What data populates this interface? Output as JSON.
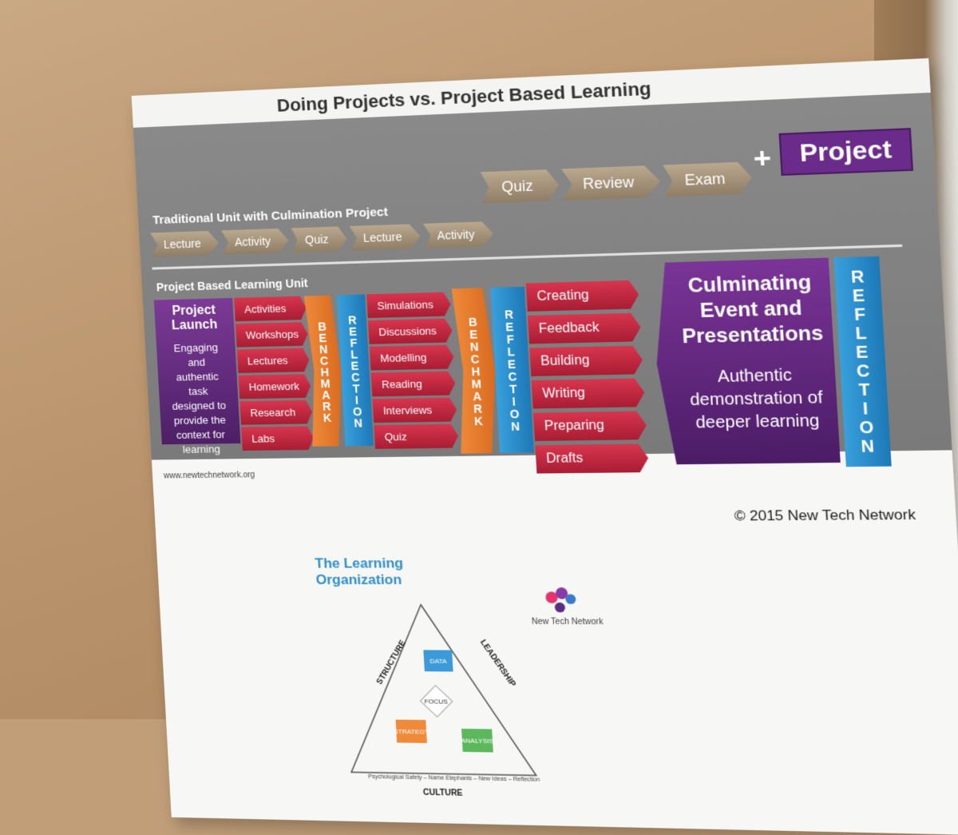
{
  "poster": {
    "title": "Doing Projects vs. Project Based Learning",
    "traditional": {
      "label": "Traditional Unit with Culmination Project",
      "steps": [
        "Lecture",
        "Activity",
        "Quiz",
        "Lecture",
        "Activity",
        "Quiz",
        "Review",
        "Exam"
      ],
      "plus": "+",
      "project": "Project"
    },
    "pbl": {
      "label": "Project Based Learning Unit",
      "launch_title": "Project Launch",
      "launch_text": "Engaging and authentic task designed to provide the context for learning",
      "col1": [
        "Activities",
        "Workshops",
        "Lectures",
        "Homework",
        "Research",
        "Labs"
      ],
      "benchmark": "BENCHMARK",
      "reflection": "REFLECTION",
      "col2": [
        "Simulations",
        "Discussions",
        "Modelling",
        "Reading",
        "Interviews",
        "Quiz"
      ],
      "col3": [
        "Creating",
        "Feedback",
        "Building",
        "Writing",
        "Preparing",
        "Drafts"
      ],
      "culm_title": "Culminating Event and Presentations",
      "culm_text": "Authentic demonstration of deeper learning"
    },
    "url": "www.newtechnetwork.org",
    "copyright": "© 2015 New Tech Network",
    "learning_org": {
      "title": "The Learning Organization",
      "logo_text": "New Tech Network",
      "structure": "STRUCTURE",
      "leadership": "LEADERSHIP",
      "culture": "CULTURE",
      "data": "DATA",
      "focus": "FOCUS",
      "strategy": "STRATEGY",
      "analysis": "ANALYSIS",
      "bottom_line": "Psychological Safety – Name Elephants – New Ideas – Reflection"
    }
  },
  "colors": {
    "panel_gray": "#7f7f7f",
    "chevron_tan": "#a8977e",
    "purple": "#5e2580",
    "red": "#c22a41",
    "orange": "#e57a2c",
    "blue": "#2a8ccb"
  }
}
